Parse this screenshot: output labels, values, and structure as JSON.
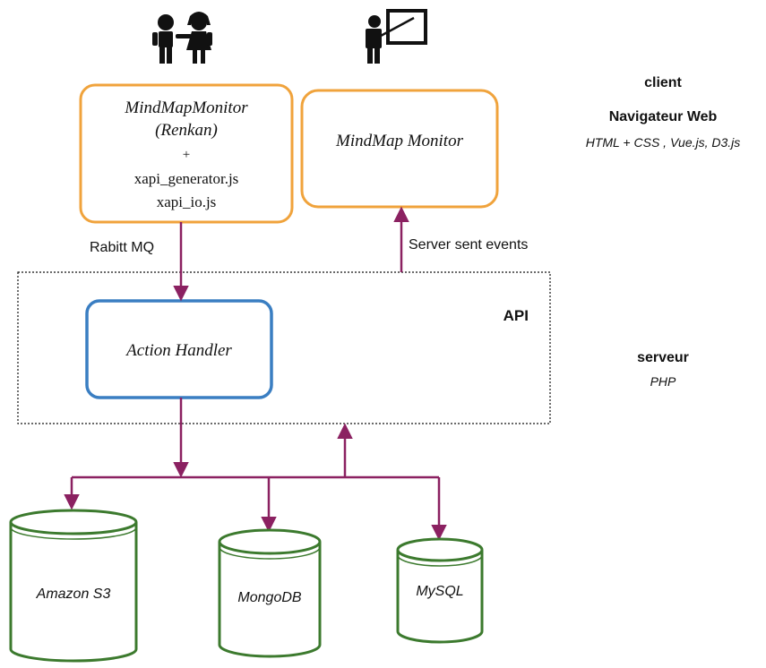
{
  "client": {
    "title": "client",
    "subtitle": "Navigateur Web",
    "tech": "HTML + CSS , Vue.js, D3.js"
  },
  "server": {
    "title": "serveur",
    "tech": "PHP"
  },
  "api": {
    "label": "API"
  },
  "boxes": {
    "student_app": {
      "line1": "MindMapMonitor",
      "line2": "(Renkan)",
      "line3": "+",
      "line4": "xapi_generator.js",
      "line5": "xapi_io.js"
    },
    "teacher_app": {
      "label": "MindMap Monitor"
    },
    "action_handler": {
      "label": "Action Handler"
    }
  },
  "edges": {
    "rabbit": "Rabitt MQ",
    "sse": "Server sent events"
  },
  "databases": [
    {
      "label": "Amazon S3"
    },
    {
      "label": "MongoDB"
    },
    {
      "label": "MySQL"
    }
  ],
  "icons": {
    "students": "children-icon",
    "teacher": "teacher-board-icon"
  },
  "colors": {
    "orange": "#f0a33c",
    "blue": "#3a7ec2",
    "arrow": "#8b2161",
    "db": "#3c7a2e",
    "text": "#111111"
  }
}
